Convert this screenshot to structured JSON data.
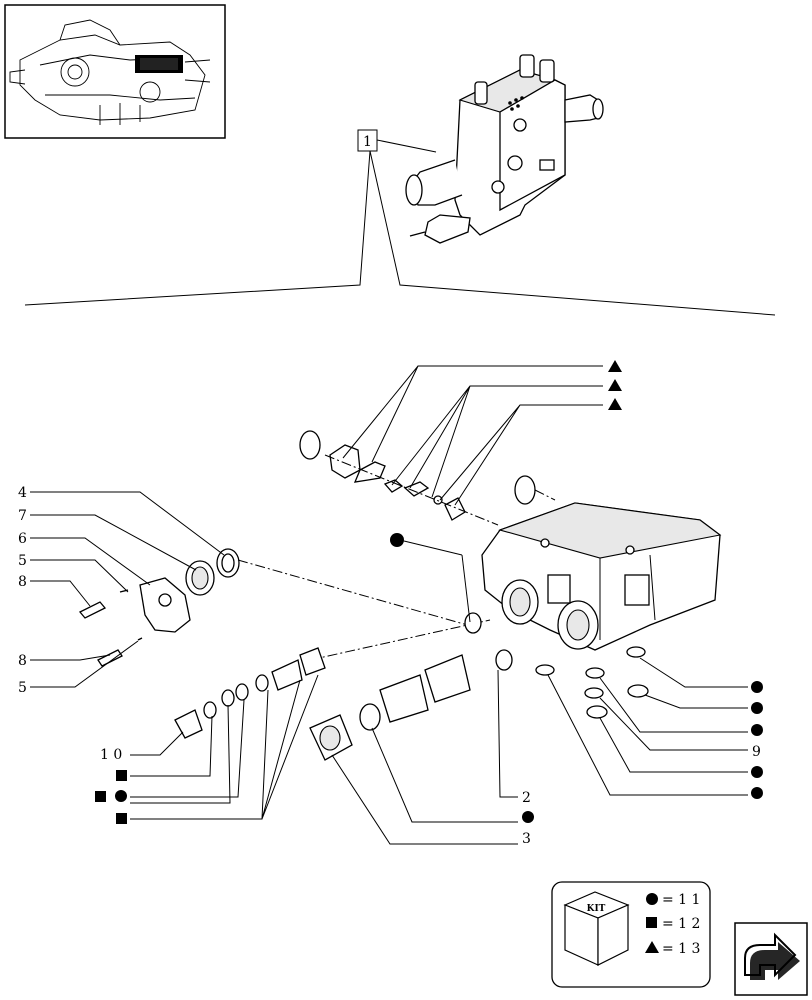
{
  "callout_main": "1",
  "labels": {
    "l4": "4",
    "l7": "7",
    "l6": "6",
    "l5a": "5",
    "l8a": "8",
    "l8b": "8",
    "l5b": "5",
    "l10": "1 0",
    "l2": "2",
    "l3": "3",
    "l9": "9"
  },
  "kit": {
    "box_text": "KIT",
    "circle_value": "= 1 1",
    "square_value": "= 1 2",
    "triangle_value": "= 1 3"
  },
  "colors": {
    "ink": "#000000",
    "background": "#ffffff"
  },
  "icons": {
    "thumbnail": "assembly-thumbnail-icon",
    "next_page": "next-page-arrow-icon",
    "kit_box": "kit-box-icon"
  }
}
